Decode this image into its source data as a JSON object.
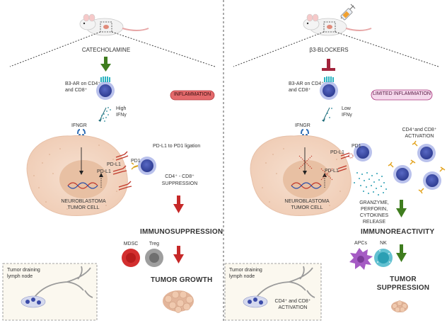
{
  "left": {
    "stimulus": "CATECHOLAMINE",
    "receptor": "B3-AR on CD4⁺ and CD8⁺",
    "receptor_line1": "B3-AR on CD4⁺",
    "receptor_line2": "and CD8⁺",
    "ifn_line1": "High",
    "ifn_line2": "IFNγ",
    "badge": "INFLAMMATION",
    "ifngr": "IFNGR",
    "pd_ligation": "PD-L1 to PD1 ligation",
    "pd1": "PD1",
    "pdl1_a": "PD-L1",
    "pdl1_b": "PD-L1",
    "tumor_line1": "NEUROBLASTOMA",
    "tumor_line2": "TUMOR CELL",
    "suppression_line1": "CD4⁺ - CD8⁺",
    "suppression_line2": "SUPPRESSION",
    "outcome1": "IMMUNOSUPPRESSION",
    "mdsc": "MDSC",
    "treg": "Treg",
    "outcome2": "TUMOR GROWTH",
    "lymph_line1": "Tumor draining",
    "lymph_line2": "lymph node"
  },
  "right": {
    "stimulus": "β3-BLOCKERS",
    "receptor_line1": "B3-AR on CD4⁺",
    "receptor_line2": "and CD8⁺",
    "ifn_line1": "Low",
    "ifn_line2": "IFNγ",
    "badge": "LIMITED INFLAMMATION",
    "ifngr": "IFNGR",
    "pd1": "PD1",
    "pdl1_a": "PD-L1",
    "pdl1_b": "PD-L1",
    "activation_line1": "CD4⁺and CD8⁺",
    "activation_line2": "ACTIVATION",
    "tumor_line1": "NEUROBLASTOMA",
    "tumor_line2": "TUMOR CELL",
    "granzyme_line1": "GRANZYME,",
    "granzyme_line2": "PERFORIN,",
    "granzyme_line3": "CYTOKINES",
    "granzyme_line4": "RELEASE",
    "outcome1": "IMMUNOREACTIVITY",
    "apcs": "APCs",
    "nk": "NK",
    "outcome2_line1": "TUMOR",
    "outcome2_line2": "SUPPRESSION",
    "lymph_line1": "Tumor draining",
    "lymph_line2": "lymph node",
    "lymph_activation_line1": "CD4⁺ and CD8⁺",
    "lymph_activation_line2": "ACTIVATION"
  },
  "colors": {
    "green_arrow": "#3f7d1f",
    "red_arrow": "#c62828",
    "blocker_red": "#a2243c",
    "inflammation_fill": "#e46a6c",
    "limited_fill": "#f5d8ec",
    "limited_border": "#a8307a",
    "tumor_fill": "#f3d6c3",
    "tumor_core": "#e9c2a6",
    "tcell": "#3b4ba8",
    "tcell_ring": "#b9c1ec",
    "mdsc": "#d32f2f",
    "treg": "#8e8e8e",
    "apc": "#a55bc4",
    "nk": "#2b9fb3"
  }
}
